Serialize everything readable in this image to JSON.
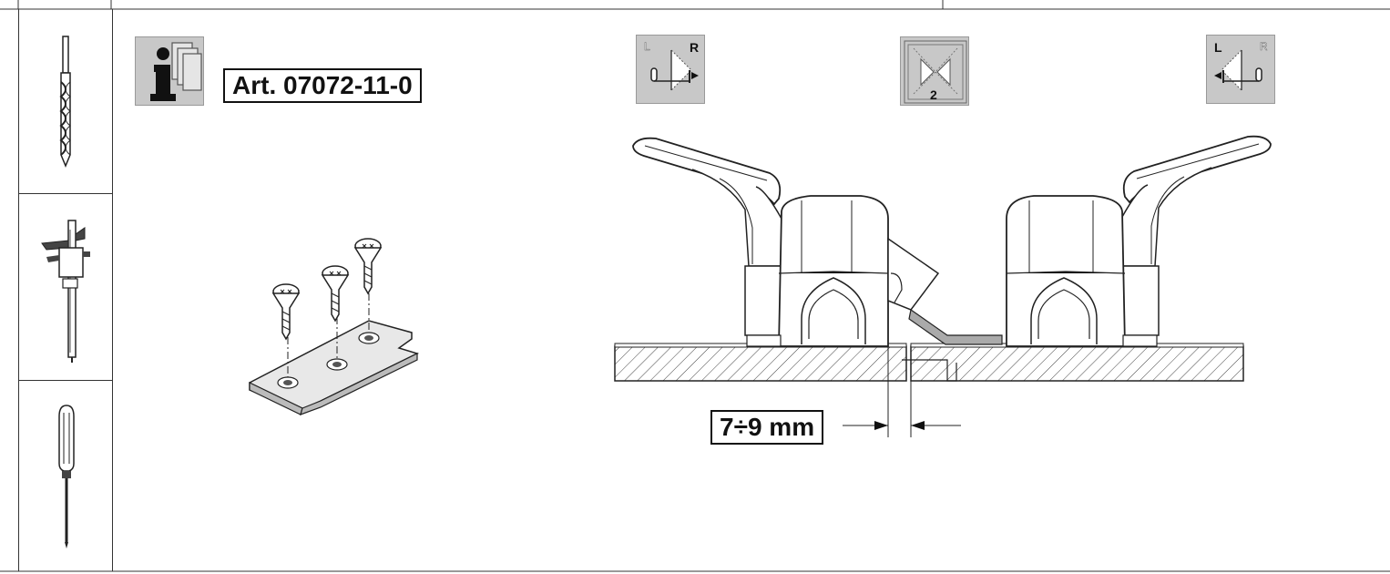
{
  "article": {
    "label": "Art. 07072-11-0"
  },
  "dimension": {
    "label": "7÷9 mm"
  },
  "left_icon": {
    "letter_left": "L",
    "letter_right": "R"
  },
  "right_icon": {
    "letter_left": "L",
    "letter_right": "R"
  },
  "double_icon": {
    "number": "2"
  },
  "colors": {
    "line": "#222222",
    "icon_bg": "#c8c8c8",
    "hatch": "#444444"
  },
  "tools": [
    "drill-bit-icon",
    "caliper-icon",
    "screwdriver-icon"
  ]
}
